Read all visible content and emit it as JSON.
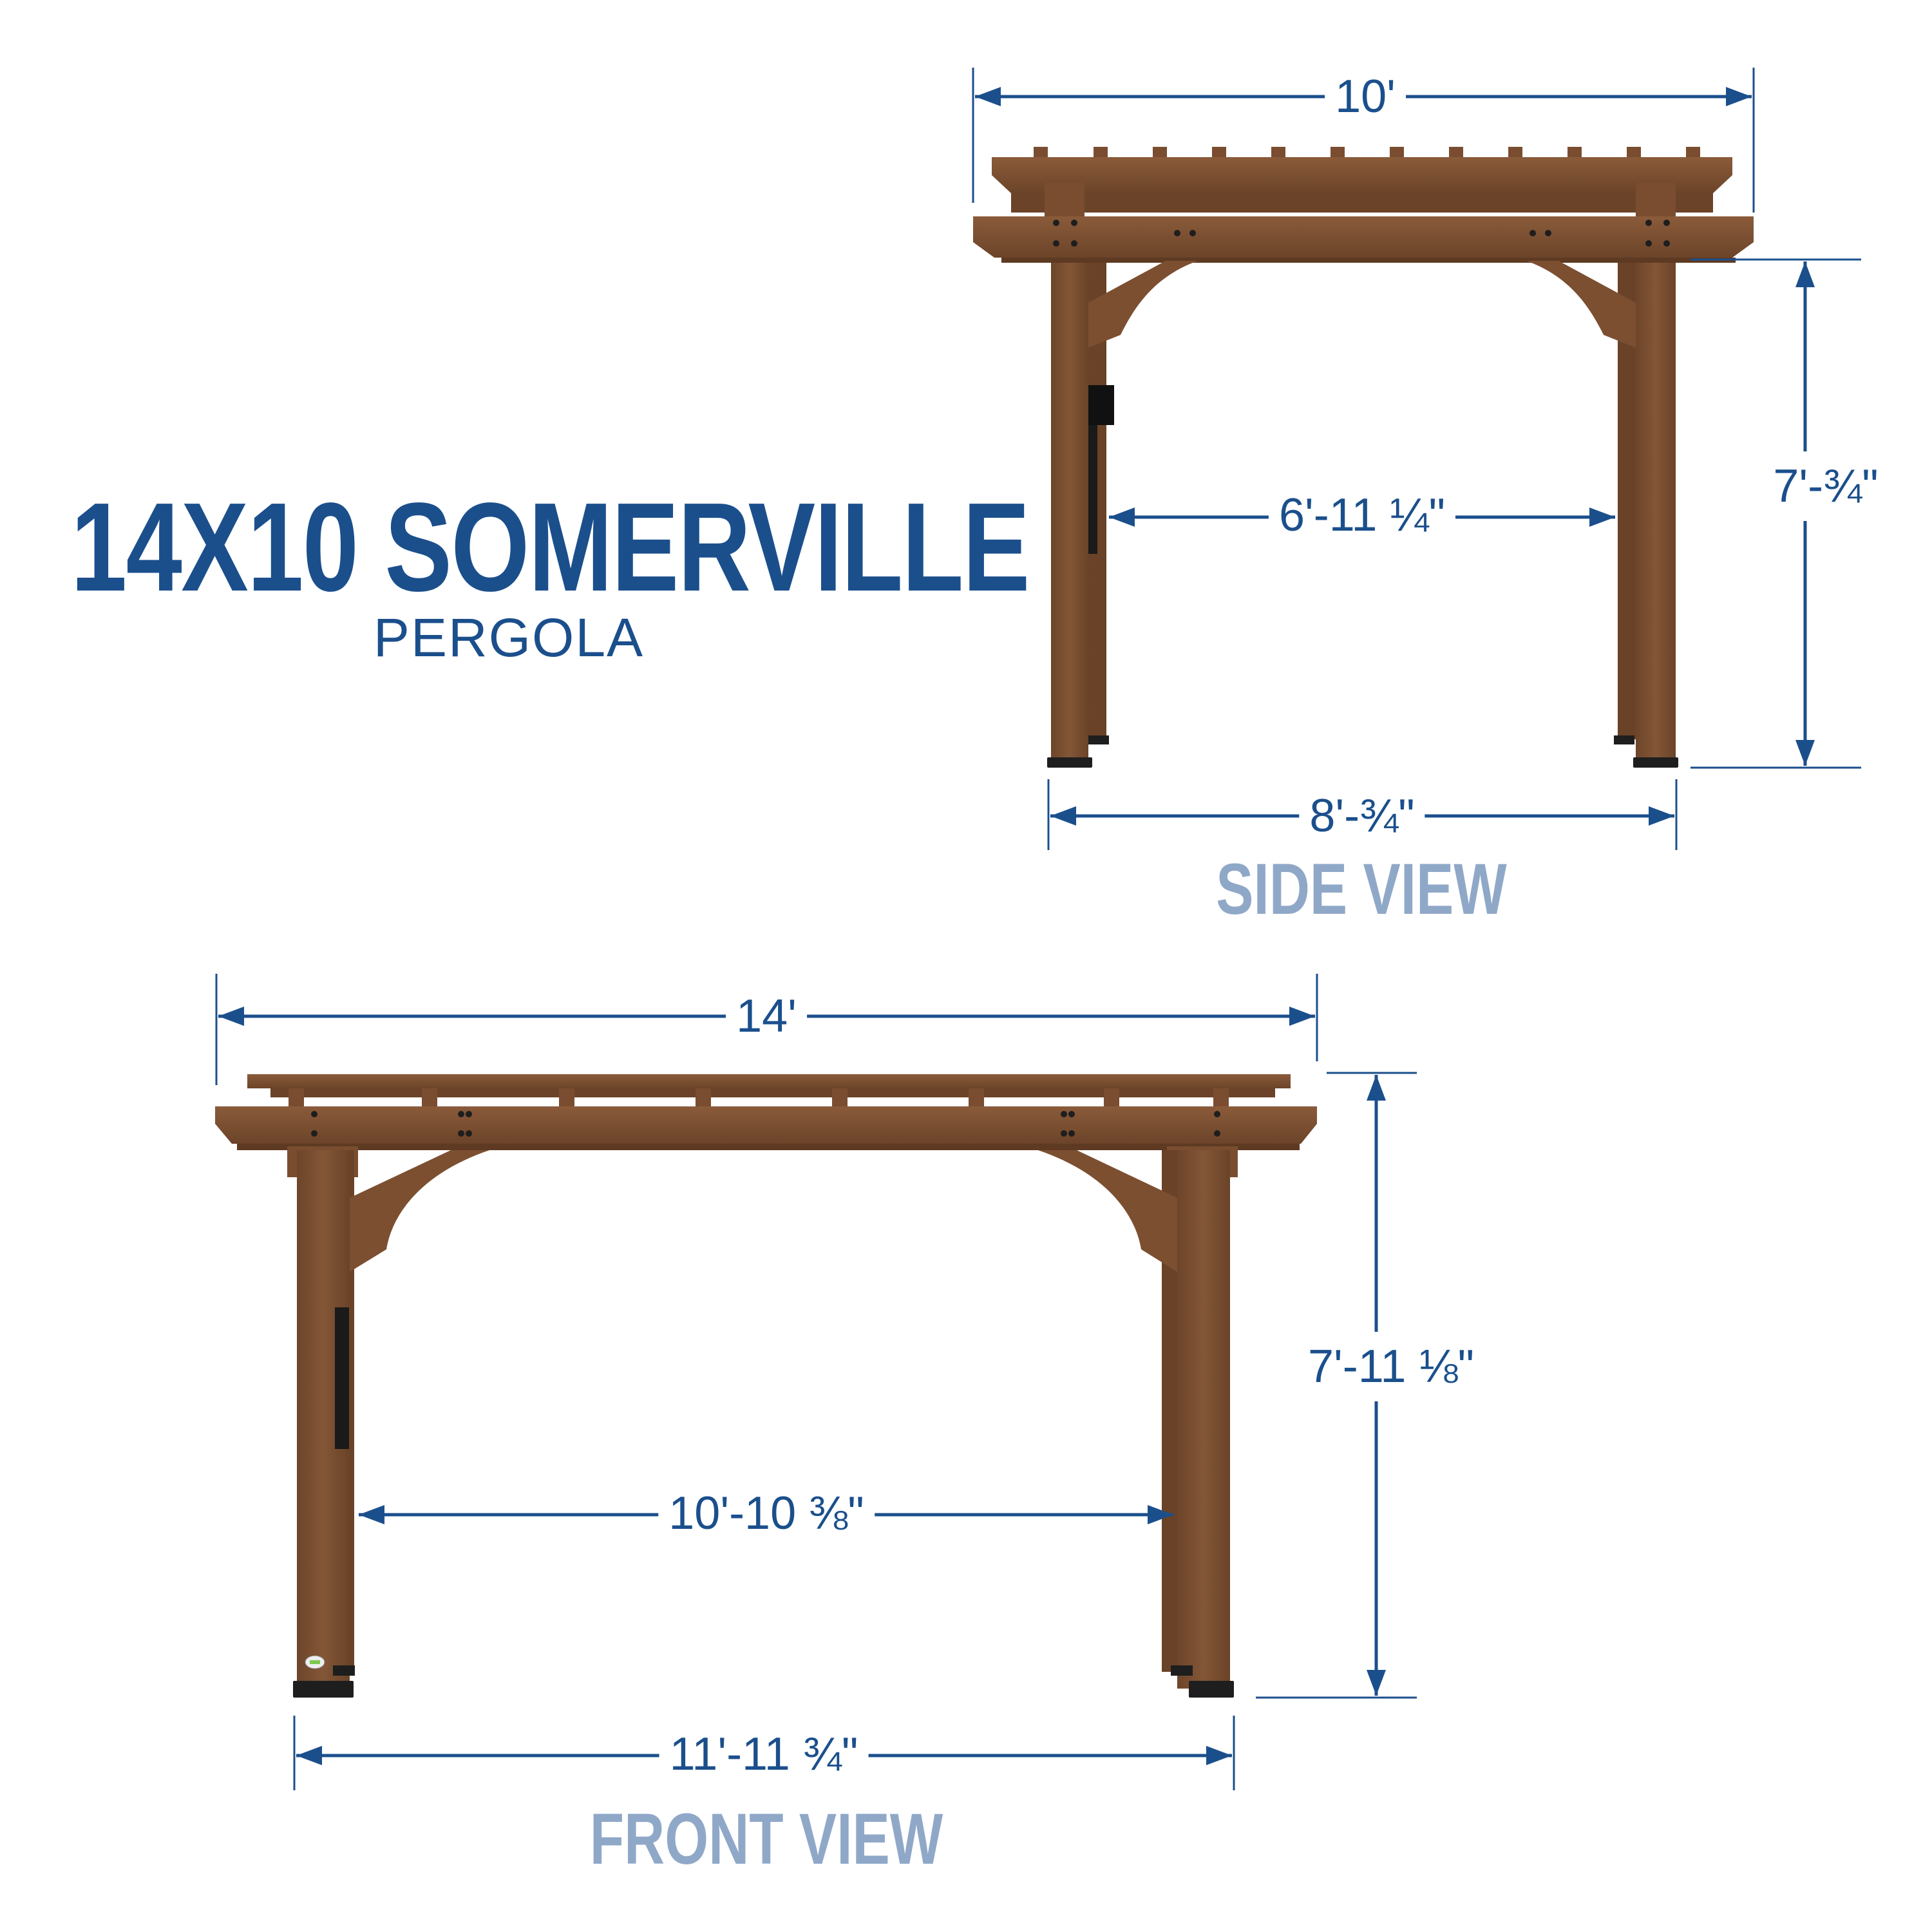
{
  "header": {
    "title": "14X10 SOMERVILLE",
    "subtitle": "PERGOLA"
  },
  "colors": {
    "title_blue": "#1b4f8c",
    "dimension_blue": "#1b4f8c",
    "view_label": "#90a8c8",
    "wood": "#7a4f31",
    "wood_dark": "#5e3a22",
    "hardware": "#1e1e1e"
  },
  "side_view": {
    "label": "SIDE VIEW",
    "dimensions": {
      "overall_width": "10'",
      "height": "7'-¾\"",
      "inner_span": "6'-11 ¼\"",
      "post_span": "8'-¾\""
    },
    "rafter_count": 12
  },
  "front_view": {
    "label": "FRONT VIEW",
    "dimensions": {
      "overall_width": "14'",
      "height": "7'-11 ⅛\"",
      "inner_span": "10'-10 ⅜\"",
      "post_span": "11'-11 ¾\""
    },
    "rafter_count": 8
  }
}
